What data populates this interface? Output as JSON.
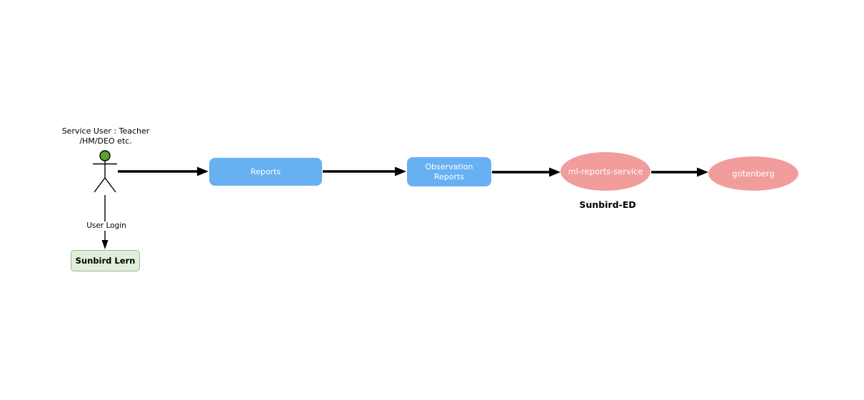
{
  "diagram": {
    "background_color": "#ffffff",
    "arrow_color": "#000000",
    "actor": {
      "label_line1": "Service User : Teacher",
      "label_line2": "/HM/DEO etc.",
      "head_color": "#58A527",
      "outline_color": "#000000"
    },
    "nodes": {
      "reports": {
        "label": "Reports",
        "fill": "#67B1F3",
        "text_color": "#ffffff"
      },
      "observation_reports": {
        "label": "Observation Reports",
        "fill": "#67B1F3",
        "text_color": "#ffffff"
      },
      "ml_reports_service": {
        "label": "ml-reports-service",
        "fill": "#F19D9B",
        "text_color": "#ffffff"
      },
      "gotenberg": {
        "label": "gotenberg",
        "fill": "#F19D9B",
        "text_color": "#ffffff"
      },
      "sunbird_lern": {
        "label": "Sunbird Lern",
        "fill": "#E0EFDA",
        "border_color": "#9FB49A",
        "text_color": "#000000"
      }
    },
    "edges": {
      "user_login": {
        "label": "User Login"
      }
    },
    "annotations": {
      "sunbird_ed": "Sunbird-ED"
    }
  }
}
